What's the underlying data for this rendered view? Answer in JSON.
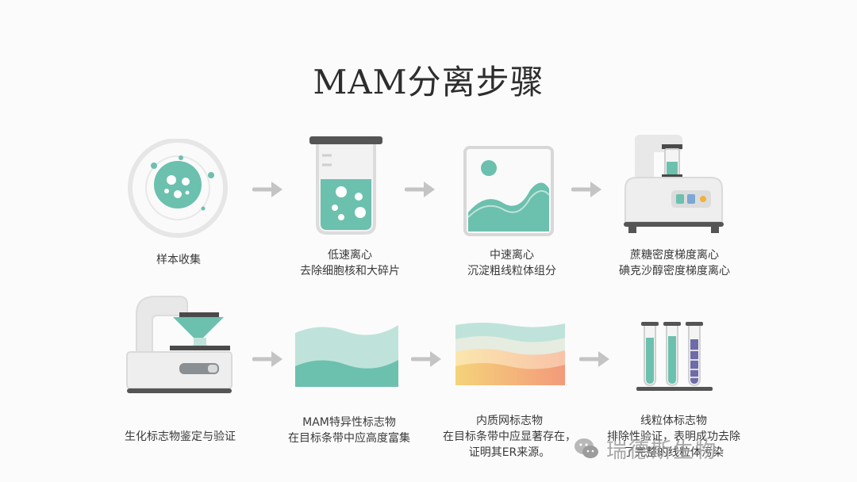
{
  "title": "MAM分离步骤",
  "row1": [
    {
      "lines": [
        "样本收集"
      ]
    },
    {
      "lines": [
        "低速离心",
        "去除细胞核和大碎片"
      ]
    },
    {
      "lines": [
        "中速离心",
        "沉淀粗线粒体组分"
      ]
    },
    {
      "lines": [
        "蔗糖密度梯度离心",
        "碘克沙醇密度梯度离心"
      ]
    }
  ],
  "row2": [
    {
      "lines": [
        "生化标志物鉴定与验证"
      ]
    },
    {
      "lines": [
        "MAM特异性标志物",
        "在目标条带中应高度富集"
      ]
    },
    {
      "lines": [
        "内质网标志物",
        "在目标条带中应显著存在，",
        "证明其ER来源。"
      ]
    },
    {
      "lines": [
        "线粒体标志物",
        "排除性验证，表明成功去除",
        "了完整的线粒体污染"
      ]
    }
  ],
  "watermark": {
    "text": "瑞德斯生物",
    "icon": "wechat-icon"
  },
  "colors": {
    "teal": "#6cc0ae",
    "light_teal": "#bfe3da",
    "gray": "#c4c4c4",
    "dark": "#555555",
    "purple": "#6f6aa8"
  }
}
